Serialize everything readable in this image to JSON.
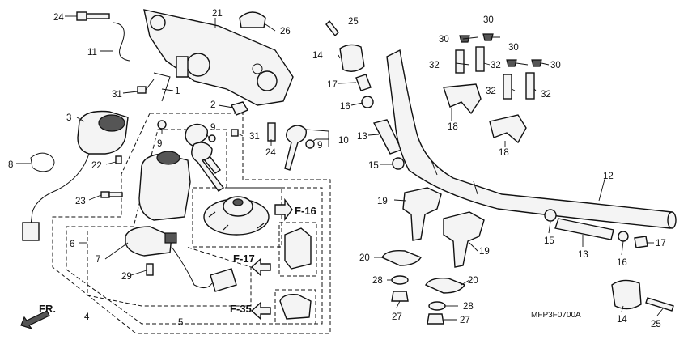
{
  "callouts": {
    "c1": "1",
    "c2": "2",
    "c3": "3",
    "c4": "4",
    "c5": "5",
    "c6": "6",
    "c7": "7",
    "c8": "8",
    "c9a": "9",
    "c9b": "9",
    "c9c": "9",
    "c10": "10",
    "c11": "11",
    "c12": "12",
    "c13a": "13",
    "c13b": "13",
    "c14a": "14",
    "c14b": "14",
    "c15a": "15",
    "c15b": "15",
    "c16a": "16",
    "c16b": "16",
    "c17a": "17",
    "c17b": "17",
    "c18a": "18",
    "c18b": "18",
    "c19a": "19",
    "c19b": "19",
    "c20a": "20",
    "c20b": "20",
    "c21": "21",
    "c22": "22",
    "c23": "23",
    "c24a": "24",
    "c24b": "24",
    "c25a": "25",
    "c25b": "25",
    "c26": "26",
    "c27a": "27",
    "c27b": "27",
    "c28a": "28",
    "c28b": "28",
    "c29": "29",
    "c30a": "30",
    "c30b": "30",
    "c30c": "30",
    "c30d": "30",
    "c31a": "31",
    "c31b": "31",
    "c32a": "32",
    "c32b": "32",
    "c32c": "32",
    "c32d": "32"
  },
  "refs": {
    "f16": "F-16",
    "f17": "F-17",
    "f35": "F-35"
  },
  "front_label": "FR.",
  "diagram_code": "MFP3F0700A"
}
